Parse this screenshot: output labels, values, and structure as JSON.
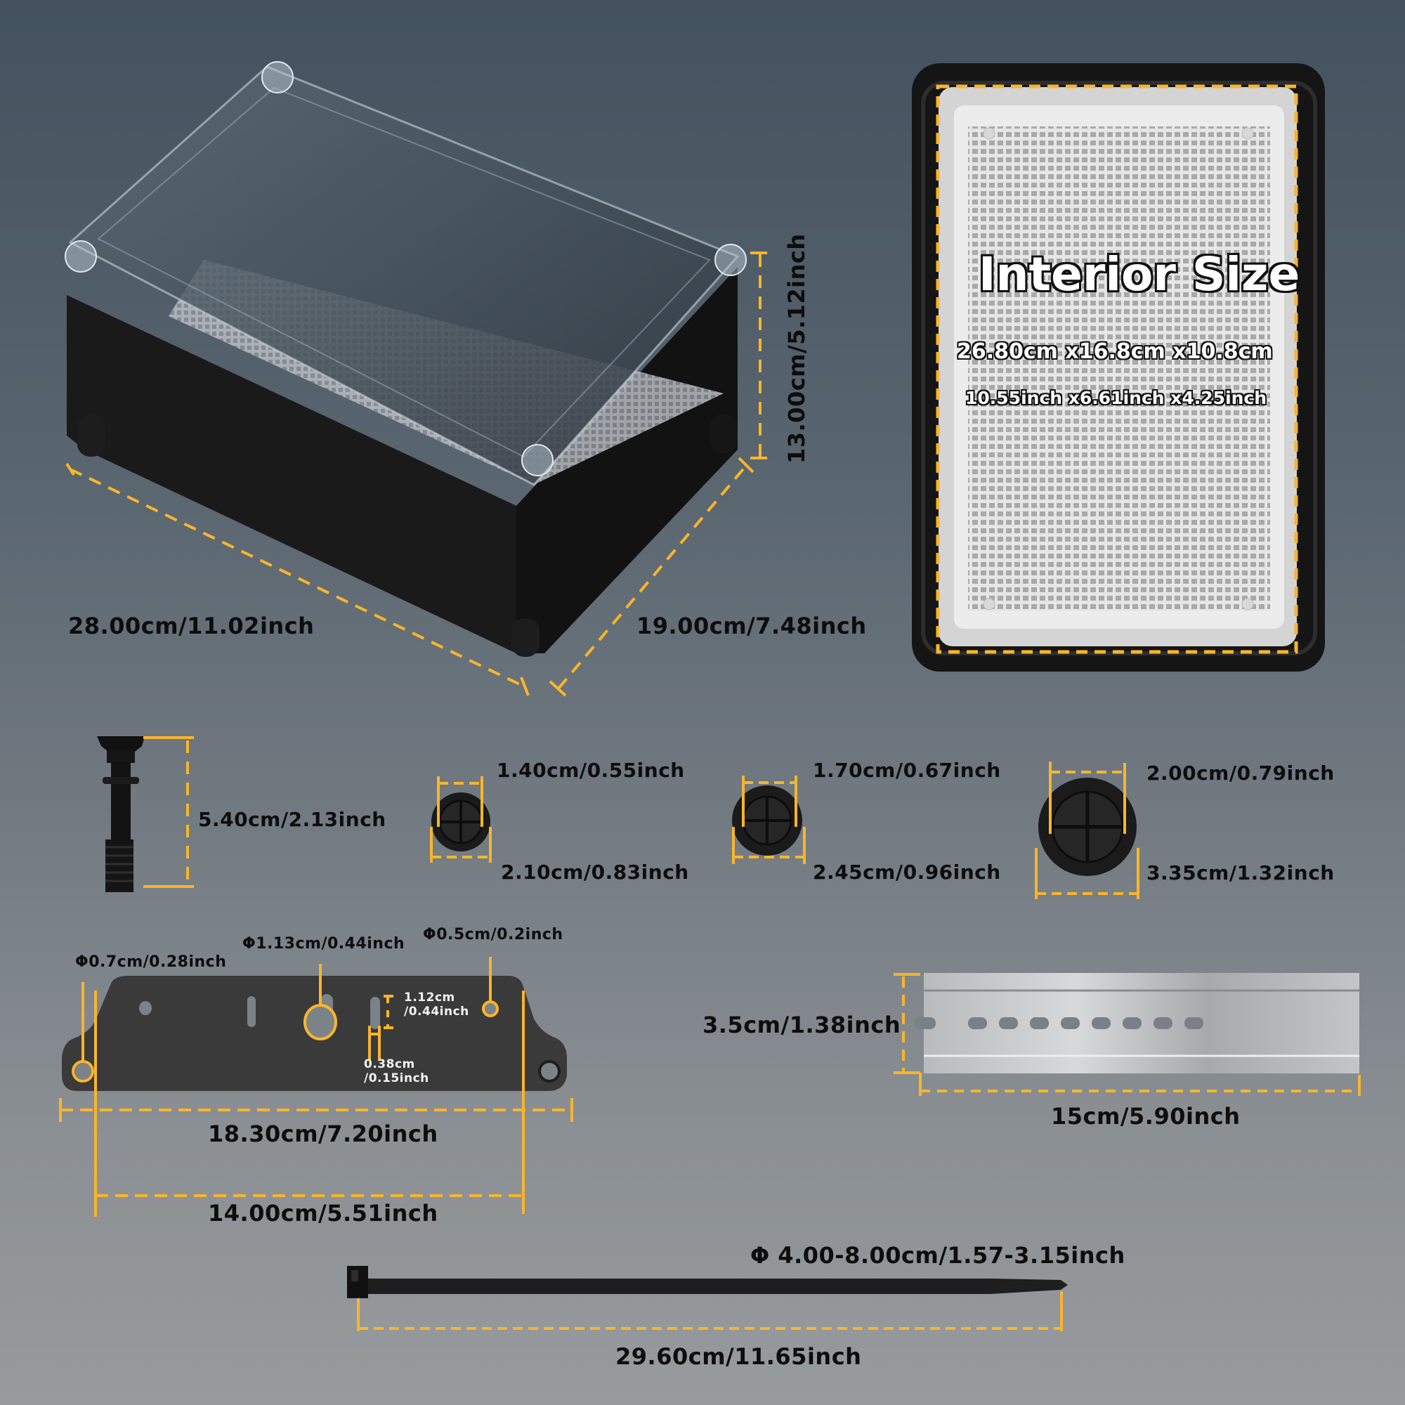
{
  "colors": {
    "accent": "#f9b52b",
    "background_top": "#43525f",
    "background_bottom": "#979b9e",
    "product_black": "#1b1b1b"
  },
  "enclosure": {
    "length_label": "28.00cm/11.02inch",
    "width_label": "19.00cm/7.48inch",
    "height_label": "13.00cm/5.12inch"
  },
  "interior": {
    "title": "Interior Size",
    "metric": "26.80cm x16.8cm x10.8cm",
    "imperial": "10.55inch x6.61inch x4.25inch"
  },
  "screw": {
    "length_label": "5.40cm/2.13inch"
  },
  "grommets": [
    {
      "inner_label": "1.40cm/0.55inch",
      "outer_label": "2.10cm/0.83inch"
    },
    {
      "inner_label": "1.70cm/0.67inch",
      "outer_label": "2.45cm/0.96inch"
    },
    {
      "inner_label": "2.00cm/0.79inch",
      "outer_label": "3.35cm/1.32inch"
    }
  ],
  "mounting_plate": {
    "hole_left_label": "Φ0.7cm/0.28inch",
    "hole_center_label": "Φ1.13cm/0.44inch",
    "hole_right_label": "Φ0.5cm/0.2inch",
    "slot_height_label_1": "1.12cm",
    "slot_height_label_2": "/0.44inch",
    "slot_width_label_1": "0.38cm",
    "slot_width_label_2": "/0.15inch",
    "overall_width_label": "18.30cm/7.20inch",
    "inner_width_label": "14.00cm/5.51inch"
  },
  "din_rail": {
    "height_label": "3.5cm/1.38inch",
    "length_label": "15cm/5.90inch"
  },
  "cable_tie": {
    "diameter_label": "Φ 4.00-8.00cm/1.57-3.15inch",
    "length_label": "29.60cm/11.65inch"
  }
}
